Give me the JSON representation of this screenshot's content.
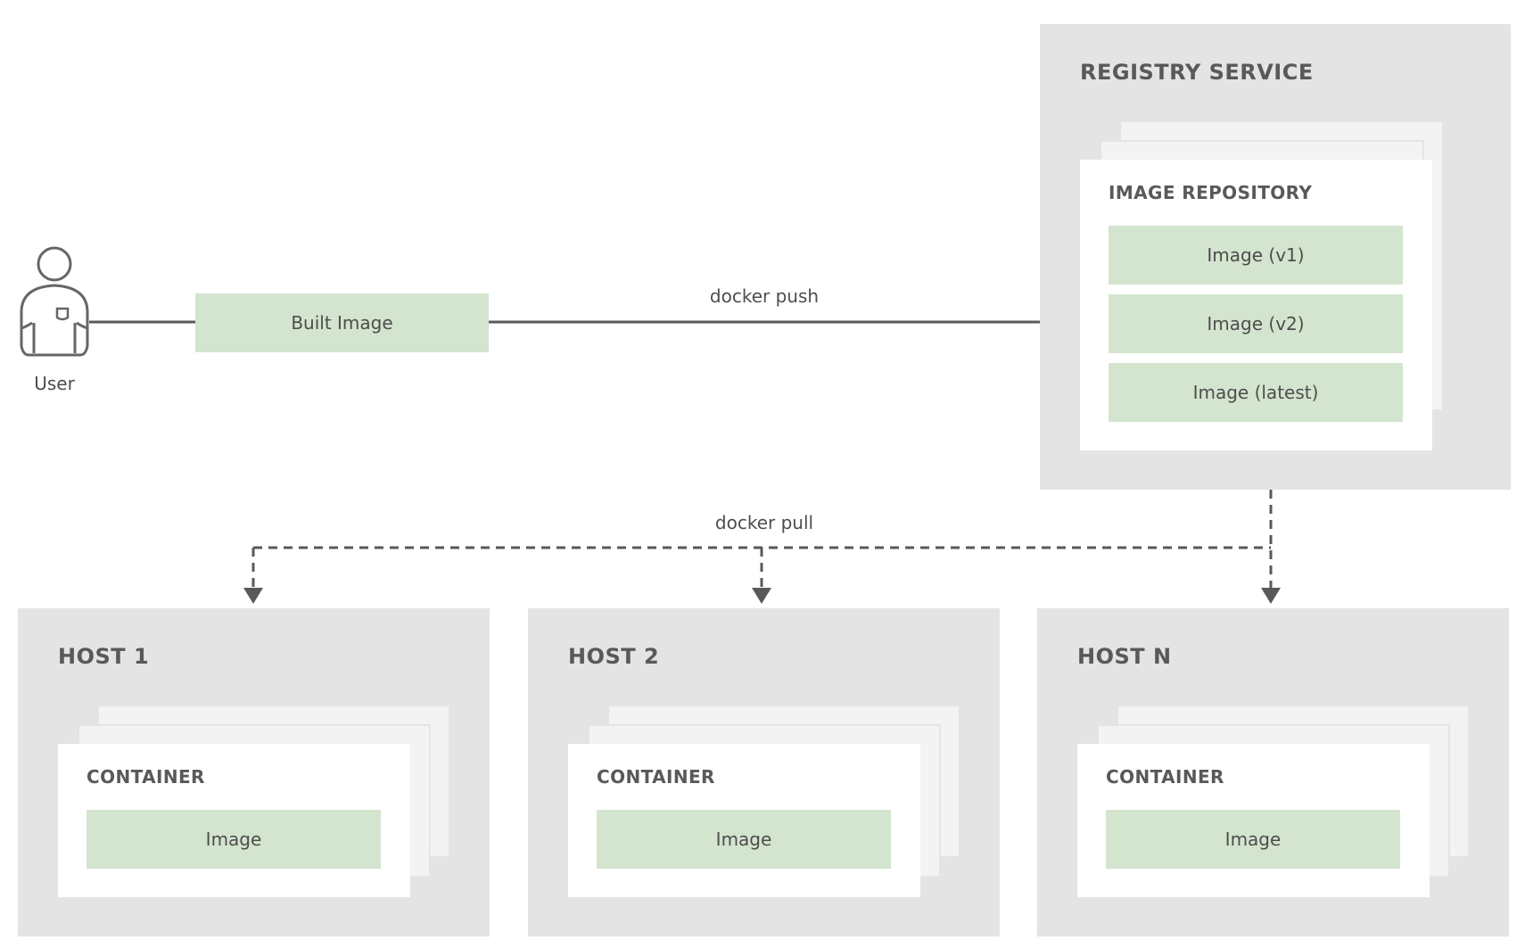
{
  "user": {
    "label": "User",
    "icon": "user-icon"
  },
  "built_image": {
    "label": "Built Image"
  },
  "edges": {
    "push_label": "docker push",
    "pull_label": "docker pull"
  },
  "registry": {
    "title": "REGISTRY SERVICE",
    "repository_title": "IMAGE REPOSITORY",
    "images": [
      "Image (v1)",
      "Image (v2)",
      "Image (latest)"
    ]
  },
  "hosts": [
    {
      "title": "HOST 1",
      "container_title": "CONTAINER",
      "image": "Image"
    },
    {
      "title": "HOST 2",
      "container_title": "CONTAINER",
      "image": "Image"
    },
    {
      "title": "HOST N",
      "container_title": "CONTAINER",
      "image": "Image"
    }
  ],
  "colors": {
    "panel": "#e4e4e4",
    "card": "#ffffff",
    "image_box": "#d4e5cf",
    "line": "#595959",
    "title_text": "#595959",
    "body_text": "#4d4d4d"
  }
}
